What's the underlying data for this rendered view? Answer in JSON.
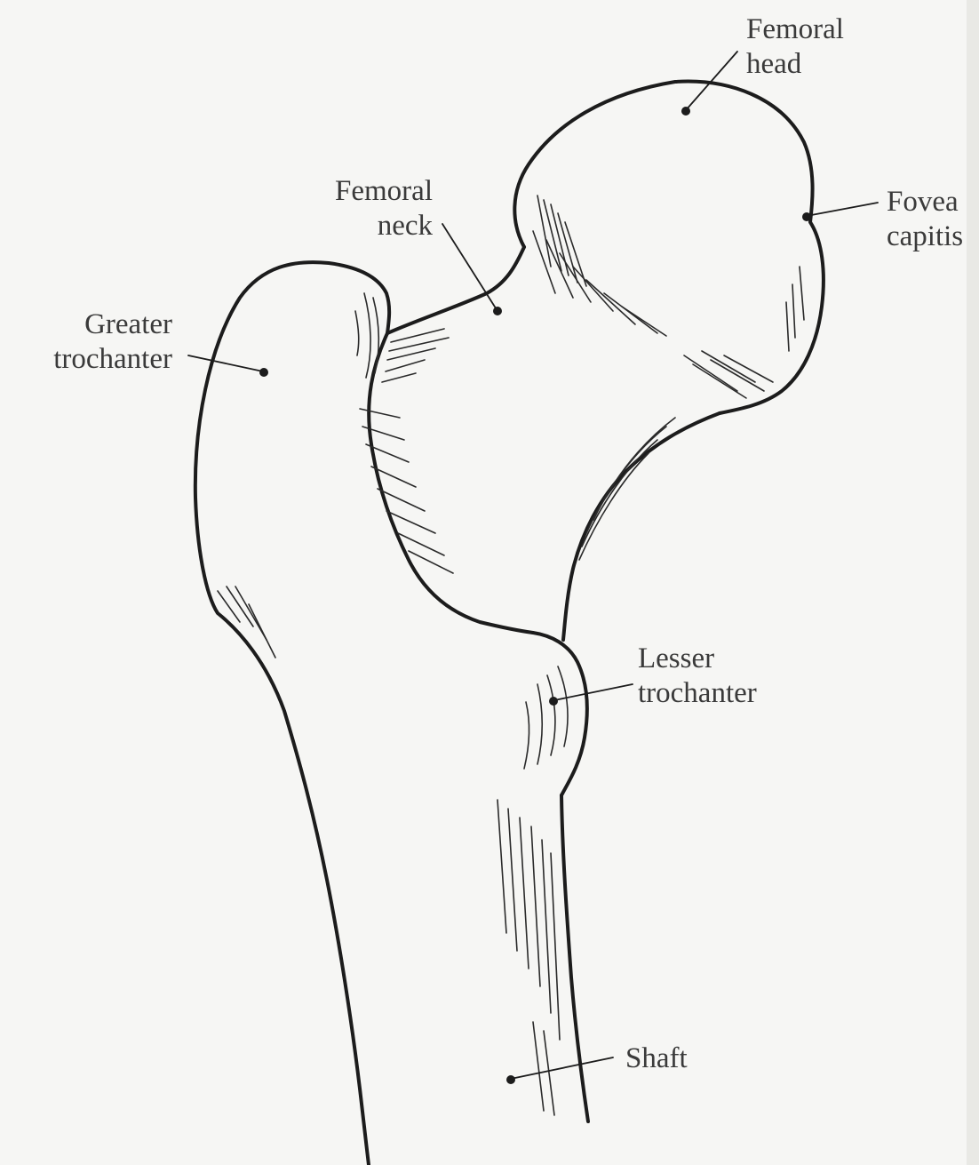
{
  "diagram": {
    "labels": {
      "femoral_head": [
        "Femoral",
        "head"
      ],
      "fovea_capitis": [
        "Fovea",
        "capitis"
      ],
      "femoral_neck": [
        "Femoral",
        "neck"
      ],
      "greater_trochanter": [
        "Greater",
        "trochanter"
      ],
      "lesser_trochanter": [
        "Lesser",
        "trochanter"
      ],
      "shaft": [
        "Shaft"
      ]
    },
    "colors": {
      "background": "#f6f6f4",
      "outline": "#1c1c1c",
      "hatching": "#2a2a2a",
      "label_text": "#3a3a3a"
    }
  }
}
